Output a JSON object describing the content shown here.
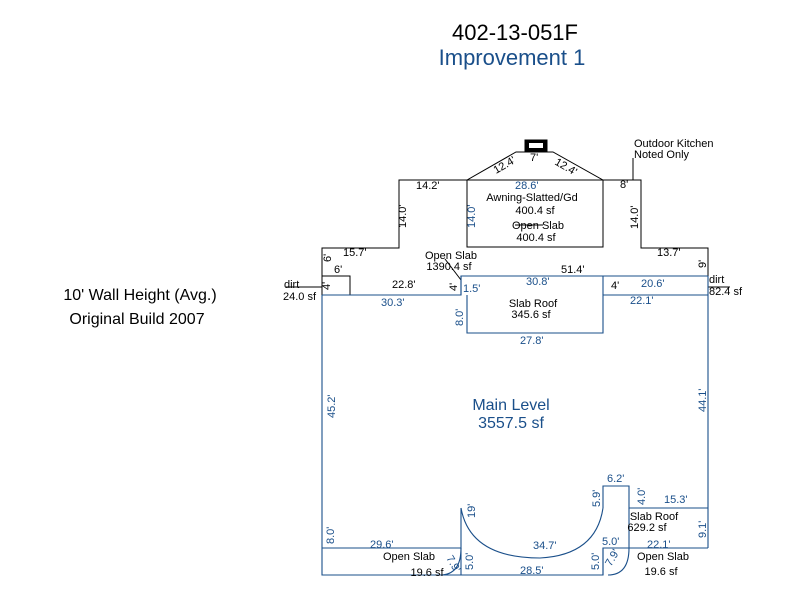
{
  "header": {
    "parcel_id": "402-13-051F",
    "improvement": "Improvement 1"
  },
  "notes": {
    "wall_height": "10' Wall Height (Avg.)",
    "build_year": "Original Build 2007"
  },
  "colors": {
    "black": "#000000",
    "blue": "#1a4f8a"
  },
  "areas": {
    "awning_label": "Awning-Slatted/Gd",
    "awning_sf": "400.4 sf",
    "open_slab_inner_label": "Open Slab",
    "open_slab_inner_sf": "400.4 sf",
    "open_slab_main_label": "Open Slab",
    "open_slab_main_sf": "1390.4 sf",
    "outdoor_kitchen_line1": "Outdoor Kitchen",
    "outdoor_kitchen_line2": "Noted Only",
    "dirt_left_label": "dirt",
    "dirt_left_sf": "24.0 sf",
    "dirt_right_label": "dirt",
    "dirt_right_sf": "82.4 sf",
    "slab_roof_top_label": "Slab Roof",
    "slab_roof_top_sf": "345.6 sf",
    "main_label": "Main Level",
    "main_sf": "3557.5 sf",
    "slab_roof_right_label": "Slab Roof",
    "slab_roof_right_sf": "629.2 sf",
    "open_slab_bl_label": "Open Slab",
    "open_slab_bl_sf": "19.6 sf",
    "open_slab_br_label": "Open Slab",
    "open_slab_br_sf": "19.6 sf"
  },
  "dims": {
    "d_7": "7'",
    "d_12_4_left": "12.4'",
    "d_12_4_right": "12.4'",
    "d_14_2": "14.2'",
    "d_28_6": "28.6'",
    "d_8_top": "8'",
    "d_14_0_a": "14.0'",
    "d_14_0_b": "14.0'",
    "d_14_0_c": "14.0'",
    "d_6_v": "6'",
    "d_15_7": "15.7'",
    "d_13_7": "13.7'",
    "d_9": "9'",
    "d_6_h": "6'",
    "d_22_8": "22.8'",
    "d_4_a": "4'",
    "d_30_8": "30.8'",
    "d_51_4": "51.4'",
    "d_4_b": "4'",
    "d_20_6": "20.6'",
    "d_4_left": "4'",
    "d_1_5": "1.5'",
    "d_30_3": "30.3'",
    "d_22_1_top": "22.1'",
    "d_8_0_mid": "8.0'",
    "d_27_8": "27.8'",
    "d_45_2": "45.2'",
    "d_44_1": "44.1'",
    "d_6_2": "6.2'",
    "d_5_9": "5.9'",
    "d_4_0": "4.0'",
    "d_15_3": "15.3'",
    "d_9_1": "9.1'",
    "d_19": "19'",
    "d_8_0_bl": "8.0'",
    "d_29_6": "29.6'",
    "d_34_7": "34.7'",
    "d_5_0_a": "5.0'",
    "d_22_1_bot": "22.1'",
    "d_7_9_a": "7.9'",
    "d_5_0_b": "5.0'",
    "d_28_5": "28.5'",
    "d_5_0_c": "5.0'",
    "d_7_9_b": "7.9'"
  }
}
